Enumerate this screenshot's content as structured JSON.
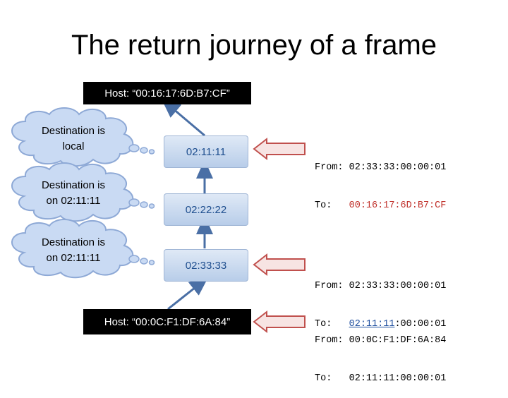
{
  "title": "The return journey of a frame",
  "hosts": {
    "top": "Host: “00:16:17:6D:B7:CF”",
    "bottom": "Host: “00:0C:F1:DF:6A:84”"
  },
  "routers": [
    "02:11:11",
    "02:22:22",
    "02:33:33"
  ],
  "clouds": [
    {
      "line1": "Destination is",
      "line2": "local"
    },
    {
      "line1": "Destination is",
      "line2": "on 02:11:11"
    },
    {
      "line1": "Destination is",
      "line2": "on 02:11:11"
    }
  ],
  "frames": [
    {
      "from_label": "From:",
      "from": "02:33:33:00:00:01",
      "to_label": "To:",
      "to": "00:16:17:6D:B7:CF",
      "to_prefix": "",
      "to_suffix": ""
    },
    {
      "from_label": "From:",
      "from": "02:33:33:00:00:01",
      "to_label": "To:",
      "to": "",
      "to_prefix": "02:11:11",
      "to_suffix": ":00:00:01"
    },
    {
      "from_label": "From:",
      "from": "00:0C:F1:DF:6A:84",
      "to_label": "To:",
      "to": "02:11:11:00:00:01",
      "to_prefix": "",
      "to_suffix": ""
    }
  ],
  "colors": {
    "arrow_blue": "#4a6fa5",
    "arrow_red_stroke": "#c0504d",
    "arrow_red_fill": "#f7e4e3",
    "cloud_fill": "#c9daf3",
    "cloud_stroke": "#8ea9d6"
  }
}
